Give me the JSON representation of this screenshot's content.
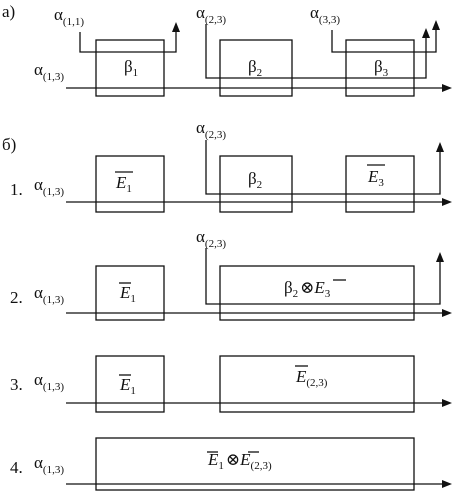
{
  "panels": {
    "a": "а)",
    "b": "б)"
  },
  "labels": {
    "a11": "α(1,1)",
    "a13": "α(1,3)",
    "a23": "α(2,3)",
    "a33": "α(3,3)"
  },
  "boxes": {
    "beta1": "β1",
    "beta2": "β2",
    "beta3": "β3",
    "e1": "E1",
    "e3": "E3",
    "beta2_e3": "β2⊗E3",
    "e23": "E(2,3)",
    "e1_e23": "E1⊗E(2,3)"
  },
  "steps": [
    "1.",
    "2.",
    "3.",
    "4."
  ]
}
